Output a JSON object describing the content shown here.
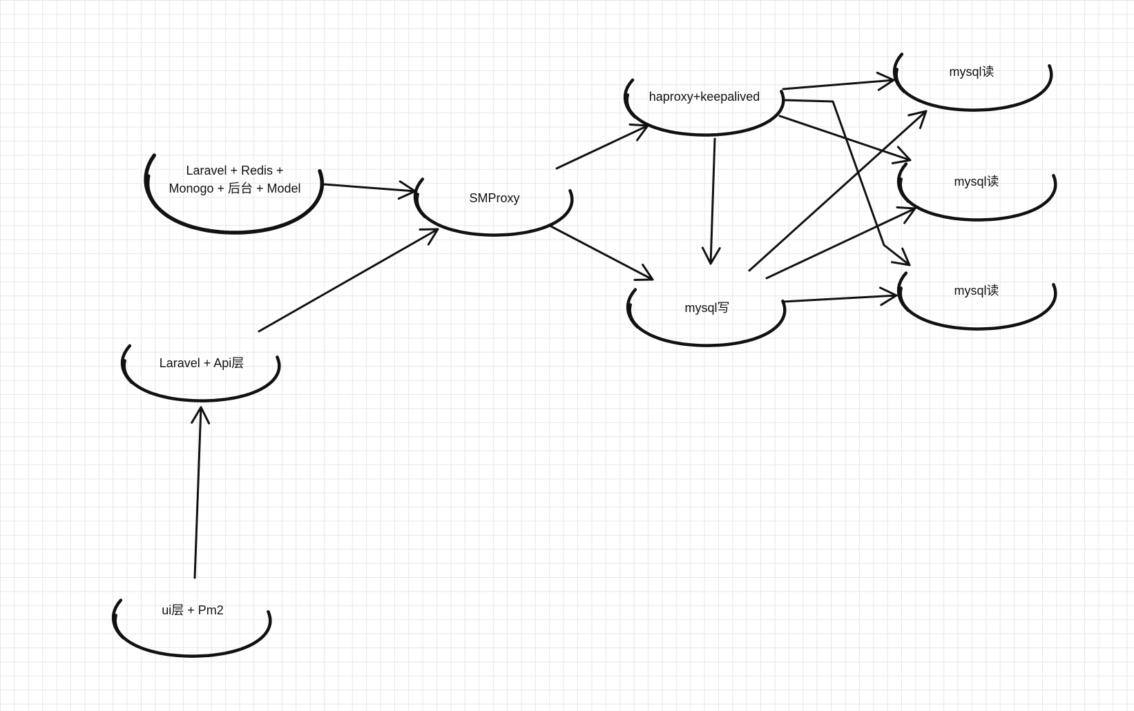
{
  "diagram": {
    "nodes": [
      {
        "id": "admin",
        "lines": [
          "Laravel + Redis +",
          "Monogo  + 后台 + Model"
        ]
      },
      {
        "id": "api",
        "lines": [
          "Laravel + Api层"
        ]
      },
      {
        "id": "ui",
        "lines": [
          "ui层 + Pm2"
        ]
      },
      {
        "id": "smproxy",
        "lines": [
          "SMProxy"
        ]
      },
      {
        "id": "haproxy",
        "lines": [
          "haproxy+keepalived"
        ]
      },
      {
        "id": "mysql_write",
        "lines": [
          "mysql写"
        ]
      },
      {
        "id": "mysql_read_1",
        "lines": [
          "mysql读"
        ]
      },
      {
        "id": "mysql_read_2",
        "lines": [
          "mysql读"
        ]
      },
      {
        "id": "mysql_read_3",
        "lines": [
          "mysql读"
        ]
      }
    ],
    "edges": [
      {
        "from": "admin",
        "to": "smproxy"
      },
      {
        "from": "api",
        "to": "smproxy"
      },
      {
        "from": "ui",
        "to": "api"
      },
      {
        "from": "smproxy",
        "to": "haproxy"
      },
      {
        "from": "smproxy",
        "to": "mysql_write"
      },
      {
        "from": "haproxy",
        "to": "mysql_write"
      },
      {
        "from": "haproxy",
        "to": "mysql_read_1"
      },
      {
        "from": "haproxy",
        "to": "mysql_read_2"
      },
      {
        "from": "haproxy",
        "to": "mysql_read_3"
      },
      {
        "from": "mysql_write",
        "to": "mysql_read_1"
      },
      {
        "from": "mysql_write",
        "to": "mysql_read_2"
      },
      {
        "from": "mysql_write",
        "to": "mysql_read_3"
      }
    ]
  }
}
